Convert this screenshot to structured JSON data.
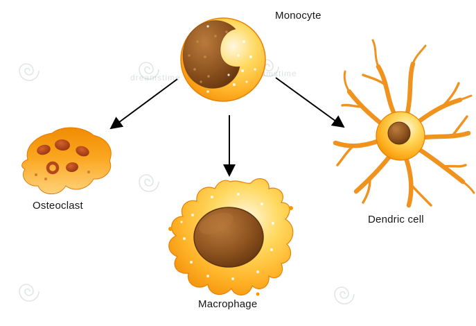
{
  "diagram": {
    "type": "cell-differentiation",
    "source": {
      "label": "Monocyte"
    },
    "targets": [
      {
        "label": "Osteoclast"
      },
      {
        "label": "Macrophage"
      },
      {
        "label": "Dendric cell"
      }
    ],
    "edges": [
      {
        "from": "Monocyte",
        "to": "Osteoclast"
      },
      {
        "from": "Monocyte",
        "to": "Macrophage"
      },
      {
        "from": "Monocyte",
        "to": "Dendric cell"
      }
    ]
  },
  "watermark": {
    "text": "dreamstime"
  },
  "palette": {
    "cell_body_outer": "#EF8A00",
    "cell_body_mid": "#FFB123",
    "cell_body_highlight": "#FFF7DE",
    "nucleus_dark": "#5F300B",
    "nucleus_mid": "#8F5420",
    "osteoclast_nuclei": "#B23C12",
    "arrow": "#000000",
    "background": "#FFFFFF",
    "watermark": "#9FA8AD"
  }
}
